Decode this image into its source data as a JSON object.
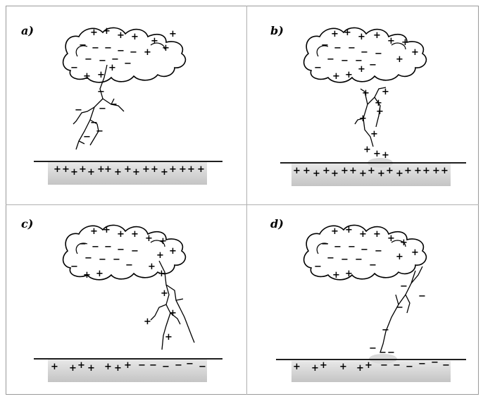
{
  "panels": [
    {
      "label": "a)"
    },
    {
      "label": "b)"
    },
    {
      "label": "c)"
    },
    {
      "label": "d)"
    }
  ],
  "symbols": {
    "plus": "+",
    "minus": "−"
  },
  "icons": [
    "cloud-icon",
    "lightning-icon",
    "ground-icon"
  ]
}
